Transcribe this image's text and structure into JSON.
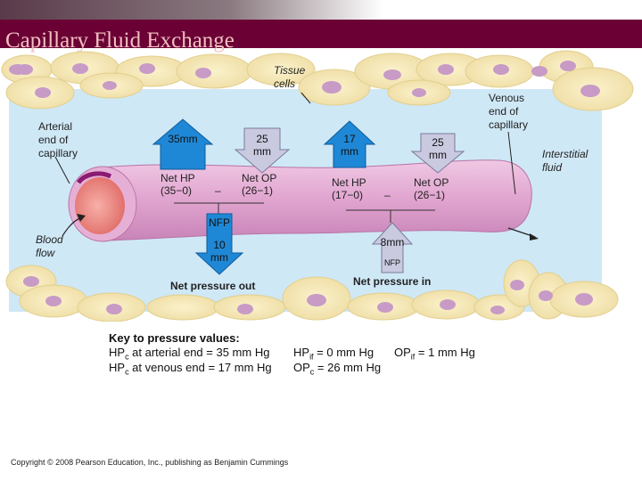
{
  "slide": {
    "title": "Capillary Fluid Exchange",
    "copyright": "Copyright © 2008 Pearson Education, Inc., publishing as Benjamin Cummings"
  },
  "diagram": {
    "labels": {
      "tissue_cells_1": "Tissue",
      "tissue_cells_2": "cells",
      "venous_1": "Venous",
      "venous_2": "end of",
      "venous_3": "capillary",
      "arterial_1": "Arterial",
      "arterial_2": "end of",
      "arterial_3": "capillary",
      "interstitial_1": "Interstitial",
      "interstitial_2": "fluid",
      "blood_flow_1": "Blood",
      "blood_flow_2": "flow",
      "net_pressure_out": "Net pressure out",
      "net_pressure_in": "Net pressure in"
    },
    "arrows": {
      "arterial_hp": "35mm",
      "arterial_op_1": "25",
      "arterial_op_2": "mm",
      "venous_hp_1": "17",
      "venous_hp_2": "mm",
      "venous_op_1": "25",
      "venous_op_2": "mm",
      "nfp_out_1": "NFP",
      "nfp_out_2": "10",
      "nfp_out_3": "mm",
      "nfp_in_value": "8mm",
      "nfp_in_label": "NFP"
    },
    "equations": {
      "arterial_hp_label": "Net HP",
      "arterial_hp_expr": "(35−0)",
      "arterial_minus": "–",
      "arterial_op_label": "Net OP",
      "arterial_op_expr": "(26−1)",
      "venous_hp_label": "Net HP",
      "venous_hp_expr": "(17−0)",
      "venous_minus": "–",
      "venous_op_label": "Net OP",
      "venous_op_expr": "(26−1)"
    },
    "colors": {
      "interstitial": "#cfe8f6",
      "cell": "#f3e6b4",
      "nucleus": "#c79bc6",
      "capillary": "#e2a8d0",
      "arrow_blue": "#1f88d6",
      "arrow_lilac": "#c9c9e0"
    }
  },
  "key": {
    "heading": "Key to pressure values:",
    "row1": {
      "a": "HP",
      "a_sub": "c",
      "b": " at arterial end = 35 mm Hg",
      "c": "HP",
      "c_sub": "if",
      "d": " = 0 mm Hg",
      "e": "OP",
      "e_sub": "if",
      "f": " = 1 mm Hg"
    },
    "row2": {
      "a": "HP",
      "a_sub": "c",
      "b": " at venous end = 17 mm Hg",
      "c": "OP",
      "c_sub": "c",
      "d": " = 26 mm Hg"
    }
  }
}
